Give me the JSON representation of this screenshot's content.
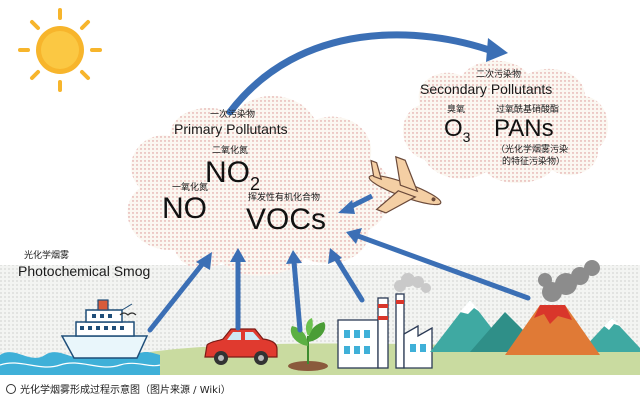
{
  "primary": {
    "title_cn": "一次污染物",
    "title_en": "Primary Pollutants",
    "no2_cn": "二氧化氮",
    "no2_main": "NO",
    "no2_sub": "2",
    "no_cn": "一氧化氮",
    "no": "NO",
    "vocs_cn": "挥发性有机化合物",
    "vocs": "VOCs"
  },
  "secondary": {
    "title_cn": "二次污染物",
    "title_en": "Secondary Pollutants",
    "o3_cn": "臭氧",
    "o3_main": "O",
    "o3_sub": "3",
    "pans_cn": "过氧酰基硝酸酯",
    "pans": "PANs",
    "note_line1": "（光化学烟雾污染",
    "note_line2": "的特征污染物）"
  },
  "smog": {
    "cn": "光化学烟雾",
    "en": "Photochemical Smog"
  },
  "caption": "光化学烟雾形成过程示意图（图片来源 / Wiki）",
  "colors": {
    "arrow": "#3b6fb5",
    "sun": "#f7b52c",
    "ground": "#c9dba0",
    "water": "#3fb0d8"
  }
}
